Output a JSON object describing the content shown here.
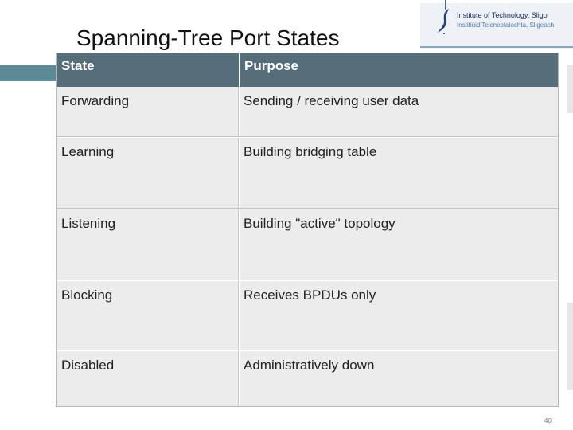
{
  "slide": {
    "title": "Spanning-Tree Port States",
    "page_number": "40"
  },
  "logo": {
    "line1": "Institute of Technology, Sligo",
    "line2": "Institiúid Teicneolaíochta, Sligeach",
    "icon": "institute-swoosh-icon"
  },
  "table": {
    "headers": {
      "state": "State",
      "purpose": "Purpose"
    },
    "rows": [
      {
        "state": "Forwarding",
        "purpose": "Sending / receiving user data"
      },
      {
        "state": "Learning",
        "purpose": "Building bridging table"
      },
      {
        "state": "Listening",
        "purpose": "Building \"active\" topology"
      },
      {
        "state": "Blocking",
        "purpose": "Receives BPDUs only"
      },
      {
        "state": "Disabled",
        "purpose": "Administratively down"
      }
    ]
  },
  "colors": {
    "header_bg": "#566e7a",
    "table_bg": "#ececec",
    "accent": "#5b8a96",
    "logo_navy": "#1c2e60",
    "logo_blue": "#4d79b0"
  }
}
